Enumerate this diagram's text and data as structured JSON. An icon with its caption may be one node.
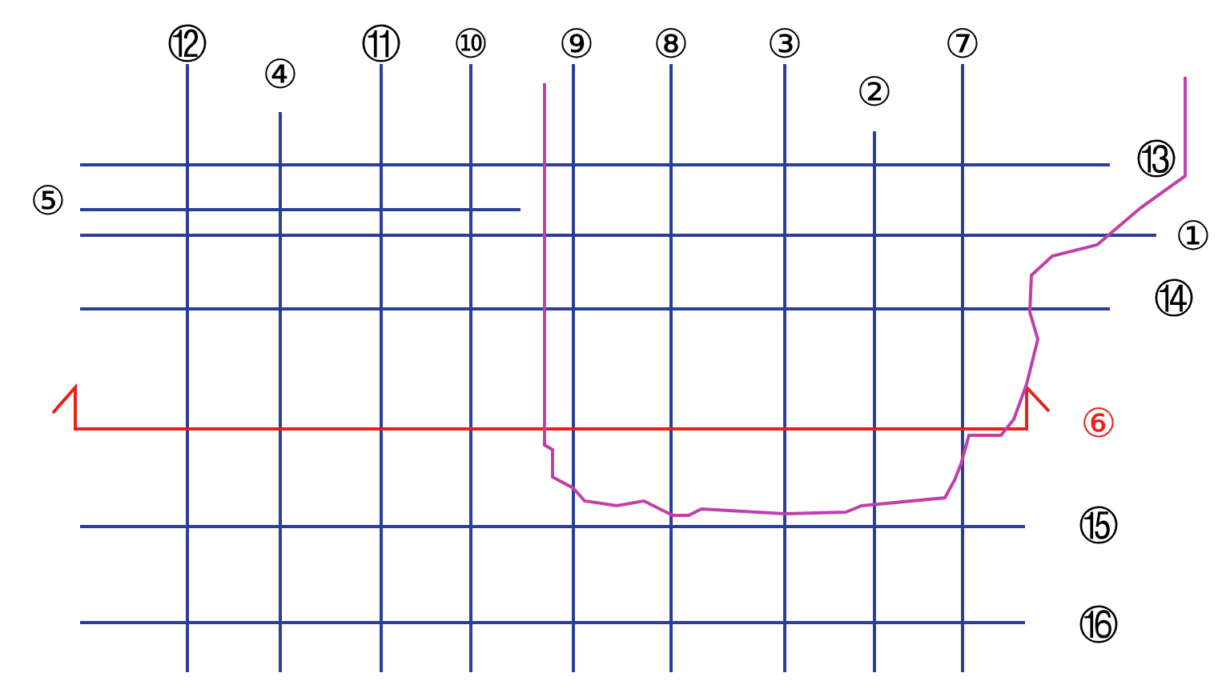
{
  "diagram": {
    "labels": [
      "⑫",
      "④",
      "⑪",
      "⑩",
      "⑨",
      "⑧",
      "③",
      "⑦",
      "②",
      "⑬",
      "⑤",
      "①",
      "⑭",
      "⑥",
      "⑮",
      "⑯"
    ]
  }
}
